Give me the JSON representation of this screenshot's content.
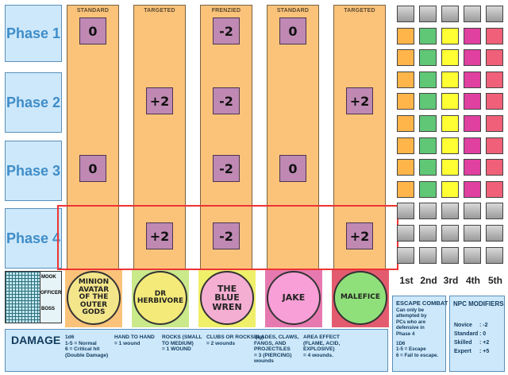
{
  "phases": [
    "Phase 1",
    "Phase 2",
    "Phase 3",
    "Phase 4"
  ],
  "columns": [
    {
      "header": "STANDARD",
      "tokens": [
        "0",
        "",
        "0",
        ""
      ]
    },
    {
      "header": "TARGETED",
      "tokens": [
        "",
        "+2",
        "",
        "+2"
      ]
    },
    {
      "header": "FRENZIED",
      "tokens": [
        "-2",
        "-2",
        "-2",
        "-2"
      ]
    },
    {
      "header": "STANDARD",
      "tokens": [
        "0",
        "",
        "0",
        ""
      ]
    },
    {
      "header": "TARGETED",
      "tokens": [
        "",
        "+2",
        "",
        "+2"
      ]
    }
  ],
  "order_labels": [
    "1st",
    "2nd",
    "3rd",
    "4th",
    "5th"
  ],
  "grid_panel": {
    "labels": [
      "MOOK",
      "OFFICER",
      "BOSS"
    ]
  },
  "characters": [
    {
      "name": "MINION\nAVATAR\nOF THE\nOUTER\nGODS",
      "bg": "#fbc37a",
      "fill": "#f3e58a"
    },
    {
      "name": "DR\nHERBIVORE",
      "bg": "#c9e98a",
      "fill": "#f3ea7a"
    },
    {
      "name": "THE\nBLUE\nWREN",
      "bg": "#f0ef6a",
      "fill": "#f4aed2"
    },
    {
      "name": "JAKE",
      "bg": "#e67ab0",
      "fill": "#f79fd6"
    },
    {
      "name": "MALEFICE",
      "bg": "#e35b6e",
      "fill": "#8fe07a"
    }
  ],
  "tracker_colors": [
    "#ffb54a",
    "#5fc775",
    "#ffff33",
    "#e040a0",
    "#f06078"
  ],
  "damage": {
    "title": "DAMAGE",
    "entries": [
      {
        "head": "1d6",
        "lines": [
          "1-5 = Normal",
          "6 = Critical hit",
          "(Double Damage)"
        ]
      },
      {
        "head": "HAND TO HAND",
        "lines": [
          "= 1 wound"
        ]
      },
      {
        "head": "ROCKS (SMALL",
        "lines": [
          "TO MEDIUM)",
          "= 1 WOUND"
        ]
      },
      {
        "head": "CLUBS OR ROCKS (lg)",
        "lines": [
          "= 2 wounds"
        ]
      },
      {
        "head": "BLADES, CLAWS,",
        "lines": [
          "FANGS, AND",
          "PROJECTILES",
          "= 3 (PIERCING)",
          "wounds"
        ]
      },
      {
        "head": "AREA EFFECT",
        "lines": [
          "(FLAME, ACID,",
          "EXPLOSIVE)",
          "= 4 wounds."
        ]
      }
    ]
  },
  "escape": {
    "title": "ESCAPE COMBAT",
    "lines": [
      "Can only be",
      "attempted by",
      "PCs who are",
      "defensive in",
      "Phase 4",
      "",
      "1D6",
      "1-5 = Escape",
      "6 = Fail to escape."
    ]
  },
  "npc": {
    "title": "NPC MODIFIERS",
    "rows": [
      [
        "Novice",
        ": -2"
      ],
      [
        "Standard",
        ": 0"
      ],
      [
        "Skilled",
        ": +2"
      ],
      [
        "Expert",
        ": +5"
      ]
    ]
  }
}
